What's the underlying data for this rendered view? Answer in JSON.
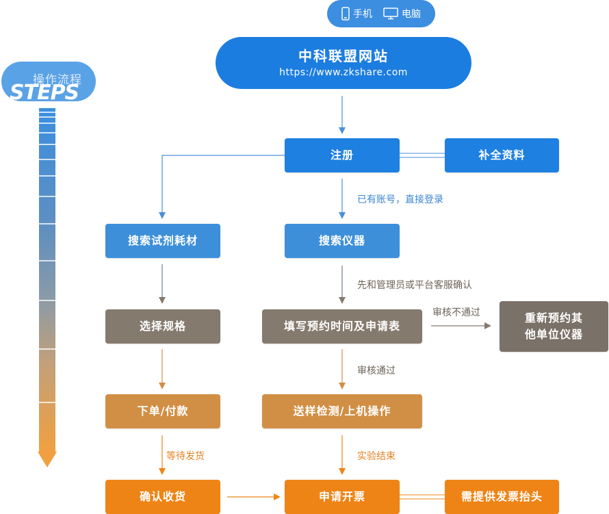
{
  "devices": {
    "phone_label": "手机",
    "pc_label": "电脑",
    "phone_icon": "phone-icon",
    "pc_icon": "monitor-icon"
  },
  "site": {
    "title": "中科联盟网站",
    "url": "https://www.zkshare.com"
  },
  "steps_badge": {
    "cn": "操作流程",
    "en": "STEPS"
  },
  "nodes": {
    "register": "注册",
    "supplement": "补全资料",
    "search_reagent": "搜索试剂耗材",
    "search_instrument": "搜索仪器",
    "choose_spec": "选择规格",
    "fill_booking_1": "填写预约时间及申请表",
    "rebook_1": "重新预约其",
    "rebook_2": "他单位仪器",
    "order_pay": "下单/付款",
    "send_sample": "送样检测/上机操作",
    "confirm_receipt": "确认收货",
    "apply_invoice": "申请开票",
    "invoice_header": "需提供发票抬头"
  },
  "labels": {
    "has_account": "已有账号，直接登录",
    "admin_confirm": "先和管理员或平台客服确认",
    "review_fail": "审核不通过",
    "review_pass": "审核通过",
    "wait_ship": "等待发货",
    "exp_end": "实验结束"
  },
  "colors": {
    "blue": "#1e80e0",
    "gray": "#857a6e",
    "tan": "#d18f45",
    "orange": "#ee8416"
  }
}
